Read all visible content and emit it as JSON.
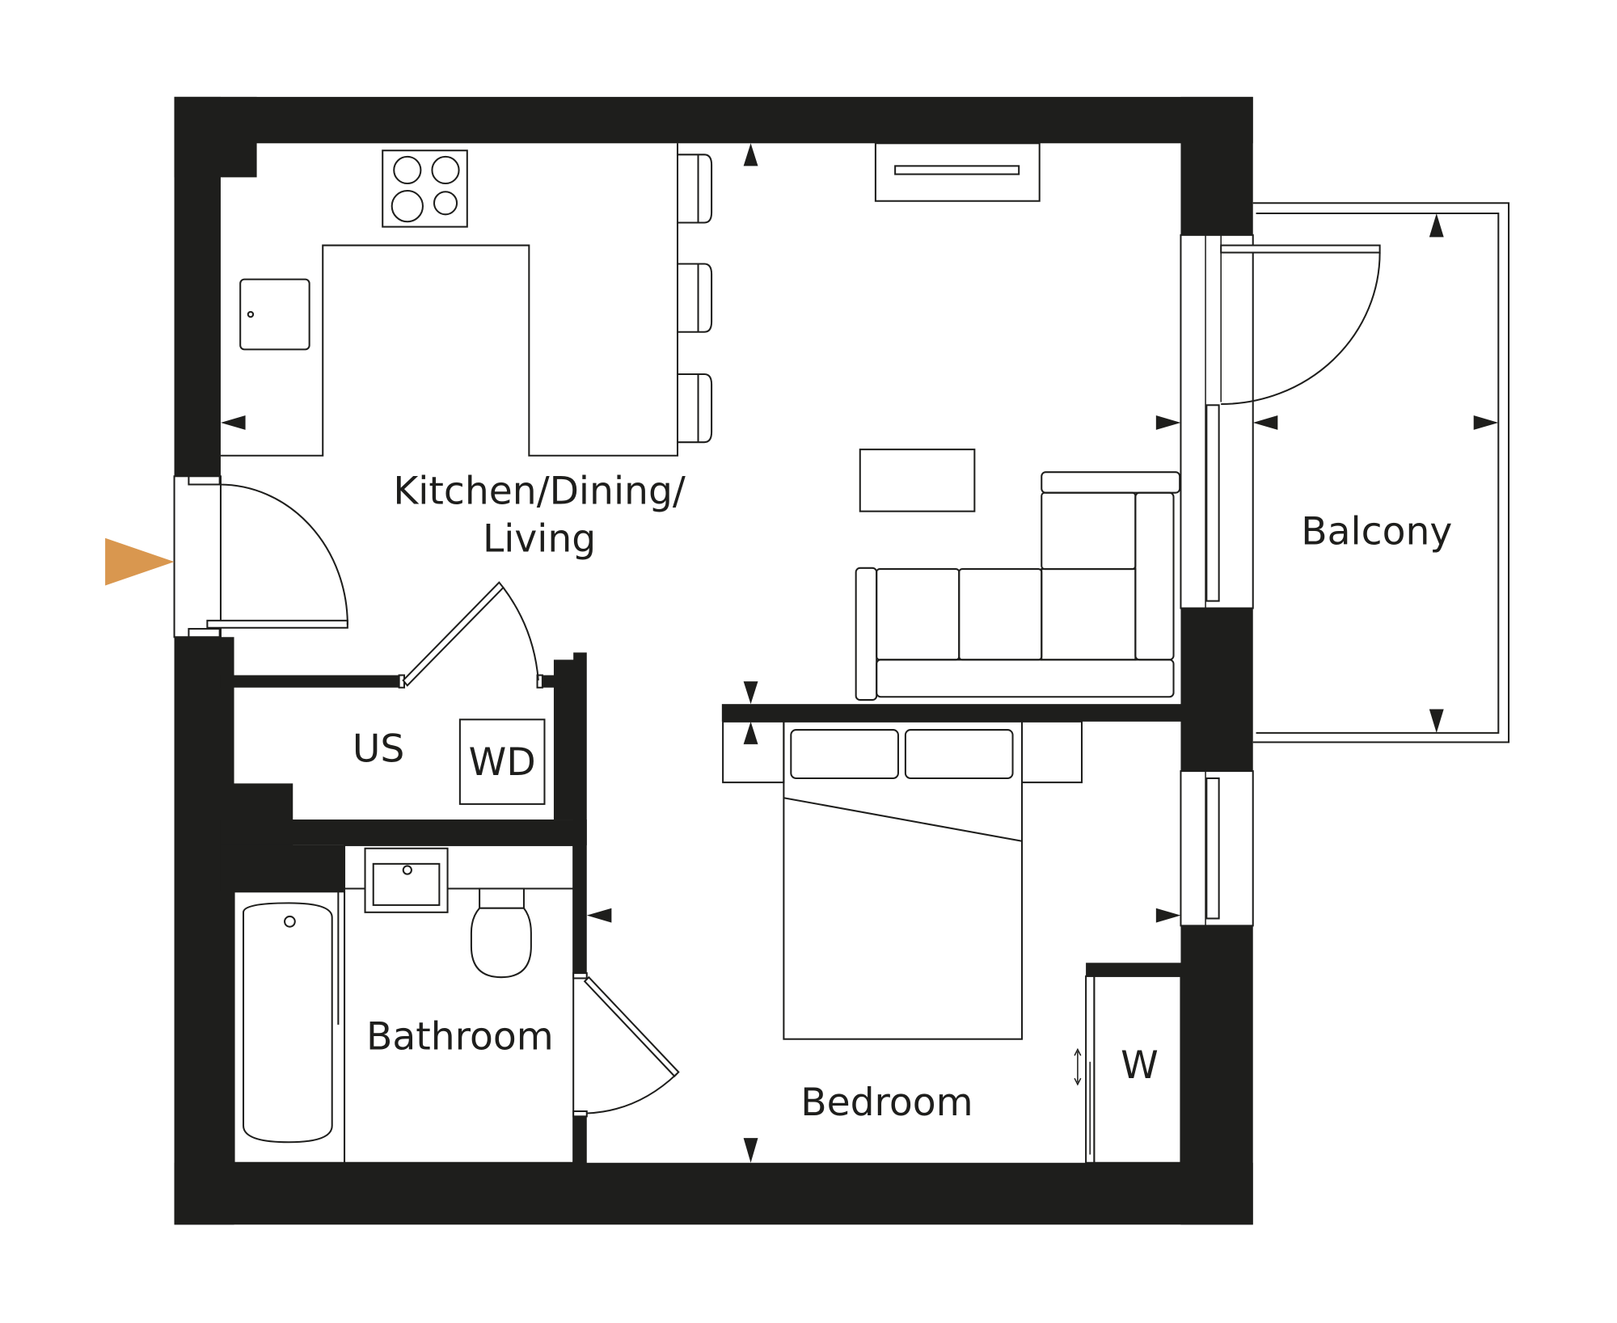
{
  "plan": {
    "rooms": [
      {
        "id": "kitchen",
        "label_lines": [
          "Kitchen/Dining/",
          "Living"
        ]
      },
      {
        "id": "balcony",
        "label_lines": [
          "Balcony"
        ]
      },
      {
        "id": "utility",
        "label_lines": [
          "US"
        ]
      },
      {
        "id": "washer",
        "label_lines": [
          "WD"
        ]
      },
      {
        "id": "bathroom",
        "label_lines": [
          "Bathroom"
        ]
      },
      {
        "id": "bedroom",
        "label_lines": [
          "Bedroom"
        ]
      },
      {
        "id": "wardrobe",
        "label_lines": [
          "W"
        ]
      }
    ],
    "entrance_marker_color": "#d9974f",
    "wall_color": "#1e1e1c"
  }
}
